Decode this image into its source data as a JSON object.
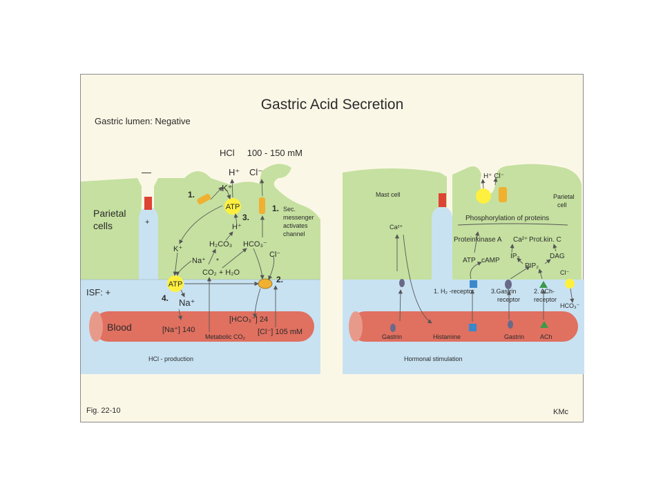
{
  "title": "Gastric Acid Secretion",
  "lumen_label": "Gastric lumen: Negative",
  "hcl_concentration": "HCl     100 - 150 mM",
  "lumen_minus": "—",
  "ions": {
    "h_plus": "H⁺",
    "cl_minus": "Cl⁻",
    "k_plus": "K⁺",
    "na_plus": "Na⁺",
    "h_plus_small": "H⁺",
    "k_plus_small": "K⁺",
    "na_plus_small": "Na⁺",
    "cl_small": "Cl⁻",
    "star": "*"
  },
  "atp_label": "ATP",
  "step_labels": {
    "one": "1.",
    "two": "2.",
    "three": "3.",
    "four": "4."
  },
  "sec_messenger": [
    "Sec.",
    "messenger",
    "activates",
    "channel"
  ],
  "parietal_cells": [
    "Parietal",
    "cells"
  ],
  "plus_sign": "+",
  "chem": {
    "h2co3": "H₂CO₃",
    "hco3": "HCO₃⁻",
    "co2_h2o": "CO₂ + H₂O"
  },
  "isf_label": "ISF: +",
  "blood_label": "Blood",
  "blood_values": {
    "na": "[Na⁺] 140",
    "hco3": "[HCO₃⁻] 24",
    "metabolic": "Metabolic CO₂",
    "cl": "[Cl⁻] 105 mM"
  },
  "left_caption": "HCl - production",
  "right": {
    "mast_cell": "Mast cell",
    "parietal_cell": [
      "Parietal",
      "cell"
    ],
    "hcl_top": "H⁺ Cl⁻",
    "ca_mast": "Ca²⁺",
    "phosphorylation": "Phosphorylation of proteins",
    "proteinkinase_a": "Proteinkinase A",
    "ca_mid": "Ca²⁺",
    "prot_kin_c": "Prot.kin. C",
    "atp": "ATP",
    "camp": "cAMP",
    "ip3": "IP₃",
    "pip2": "PIP₂",
    "dag": "DAG",
    "cl": "Cl⁻",
    "hco3": "HCO₃⁻",
    "h2_receptor": "1. H₂ -receptor",
    "gastrin_receptor": [
      "3.Gastrin",
      "receptor"
    ],
    "ach_receptor": [
      "2. ACh-",
      "receptor"
    ],
    "blood_labels": {
      "gastrin_left": "Gastrin",
      "histamine": "Histamine",
      "gastrin_right": "Gastrin",
      "ach": "ACh"
    },
    "caption": "Hormonal stimulation"
  },
  "fig_label": "Fig. 22-10",
  "author": "KMc",
  "colors": {
    "cell_green": "#c5e0a0",
    "isf_blue": "#c8e2f2",
    "blood_red": "#e07060",
    "atp_yellow": "#fff040",
    "channel_orange": "#f0b030",
    "lumen_channel": "#dd4433",
    "receptor_blue": "#3a88cc",
    "receptor_grey": "#6a6a88",
    "receptor_green": "#3a9a4a"
  }
}
